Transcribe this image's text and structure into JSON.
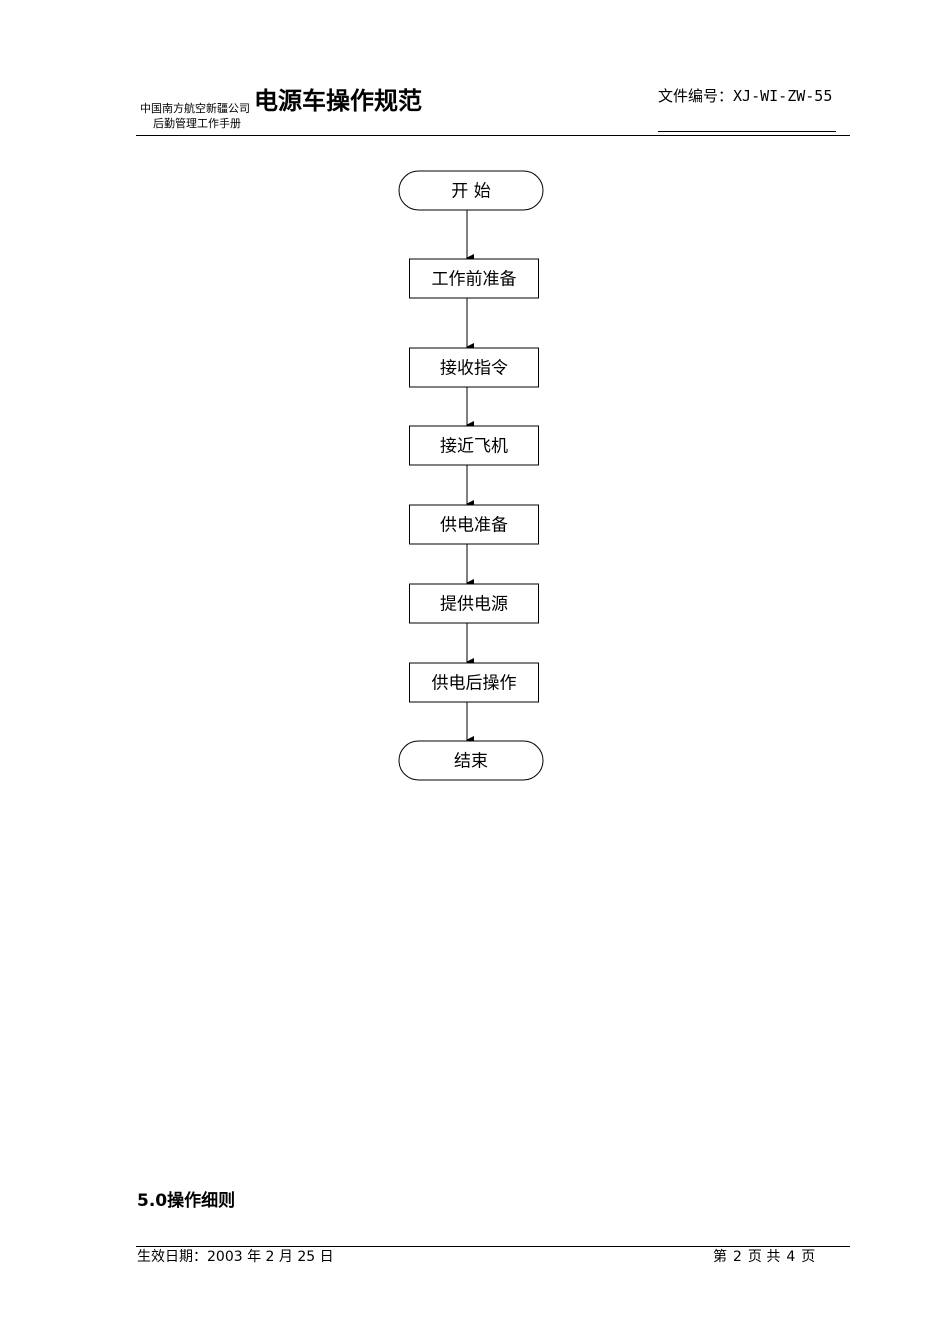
{
  "header": {
    "company": "中国南方航空新疆公司",
    "department": "后勤管理工作手册",
    "title": "电源车操作规范",
    "doc_no_label": "文件编号：",
    "doc_no": "XJ-WI-ZW-55"
  },
  "flowchart": {
    "steps": [
      {
        "label": "开 始",
        "shape": "terminal"
      },
      {
        "label": "工作前准备",
        "shape": "process"
      },
      {
        "label": "接收指令",
        "shape": "process"
      },
      {
        "label": "接近飞机",
        "shape": "process"
      },
      {
        "label": "供电准备",
        "shape": "process"
      },
      {
        "label": "提供电源",
        "shape": "process"
      },
      {
        "label": "供电后操作",
        "shape": "process"
      },
      {
        "label": "结束",
        "shape": "terminal"
      }
    ]
  },
  "section": {
    "number": "5.0",
    "title": "操作细则"
  },
  "footer": {
    "effective_label": "生效日期：",
    "effective_date": "2003 年 2 月 25 日",
    "page_prefix": "第",
    "page_current": "2",
    "page_mid": "页 共",
    "page_total": "4",
    "page_suffix": "页"
  }
}
